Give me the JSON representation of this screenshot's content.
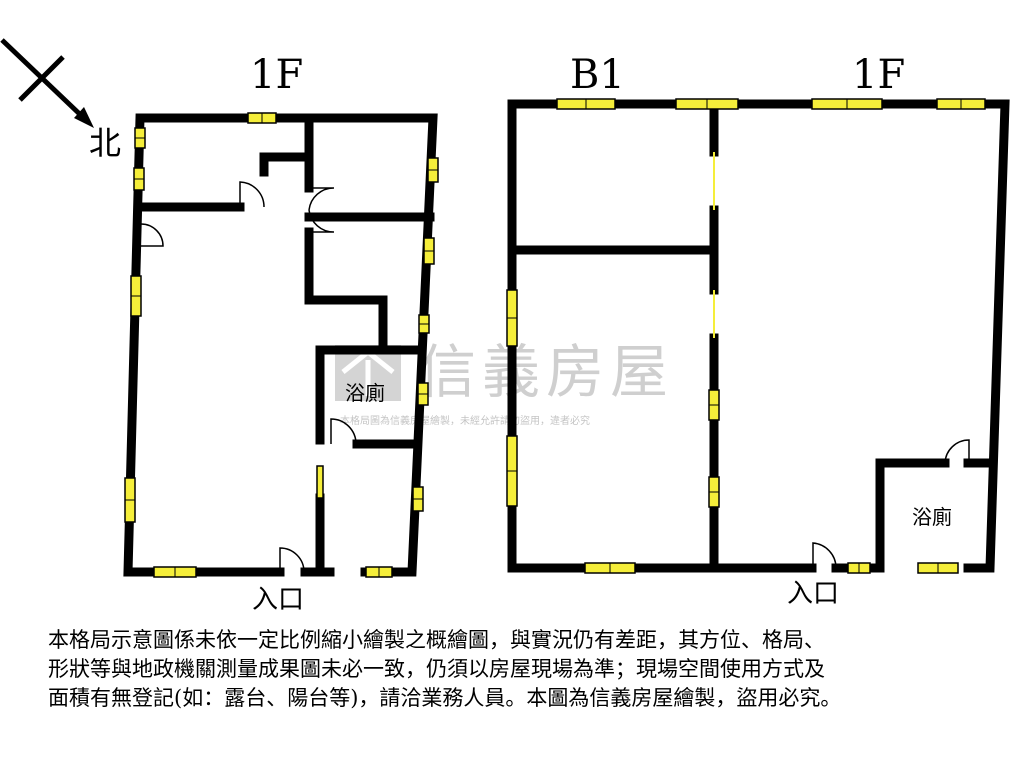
{
  "compass": {
    "north_label": "北"
  },
  "left_plan": {
    "floor_label": "1F",
    "bathroom_label": "浴廁",
    "entrance_label": "入口"
  },
  "right_plan": {
    "floor_label_b1": "B1",
    "floor_label_1f": "1F",
    "bathroom_label": "浴廁",
    "entrance_label": "入口"
  },
  "watermark": {
    "brand": "信義房屋",
    "notice": "本格局圖為信義房屋繪製，未經允許請勿盜用，違者必究"
  },
  "disclaimer": {
    "lines": [
      "本格局示意圖係未依一定比例縮小繪製之概繪圖，與實況仍有差距，其方位、格局、",
      "形狀等與地政機關測量成果圖未必一致，仍須以房屋現場為準；現場空間使用方式及",
      "面積有無登記(如：露台、陽台等)，請洽業務人員。本圖為信義房屋繪製，盜用必究。"
    ]
  },
  "colors": {
    "wall": "#000000",
    "window_fill": "#f5ee3a",
    "watermark": "#cfcfcf"
  }
}
